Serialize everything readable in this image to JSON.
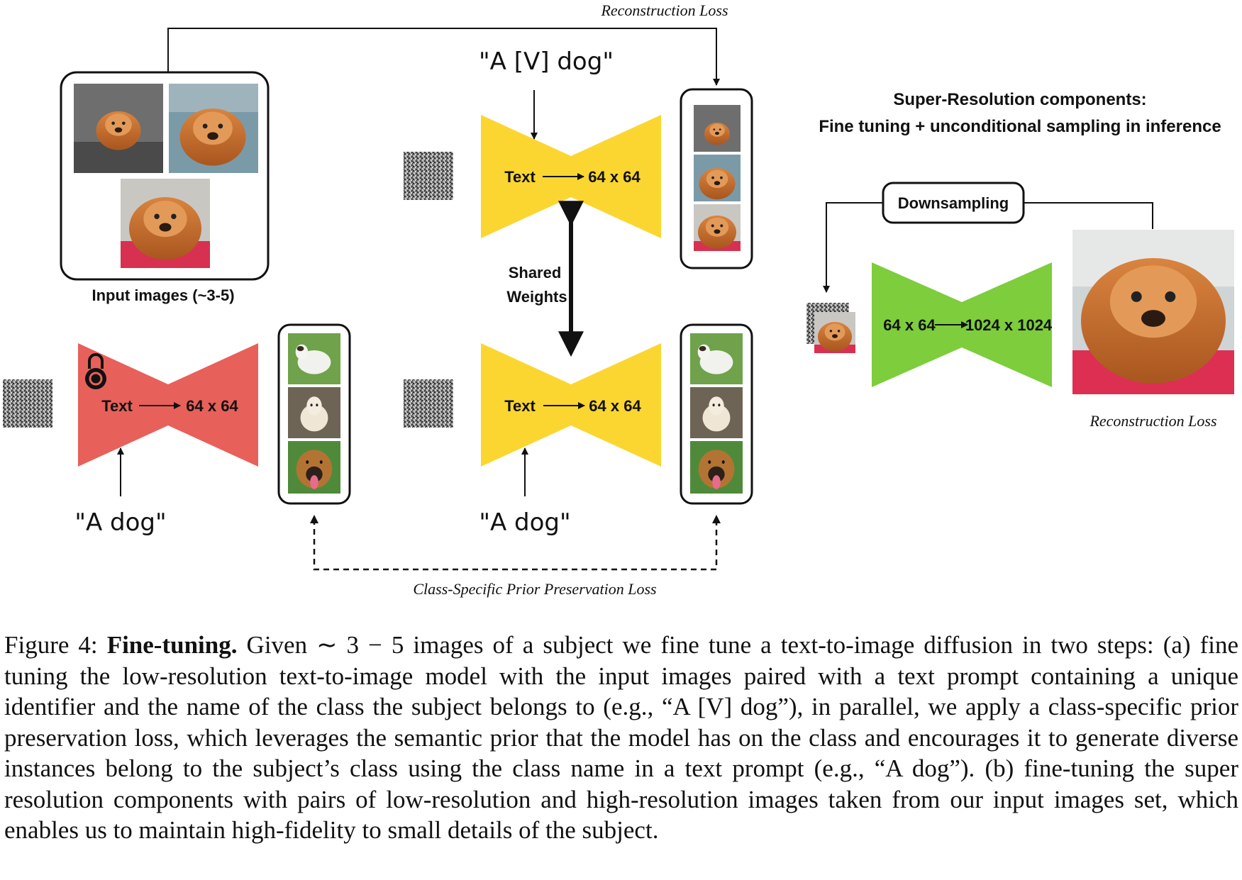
{
  "labels": {
    "recon_loss_top": "Reconstruction Loss",
    "prompt_v_dog": "\"A [V] dog\"",
    "prompt_dog_left": "\"A dog\"",
    "prompt_dog_mid": "\"A dog\"",
    "input_images": "Input images (~3-5)",
    "shared_weights_1": "Shared",
    "shared_weights_2": "Weights",
    "prior_loss": "Class-Specific Prior Preservation Loss",
    "sr_title_1": "Super-Resolution components:",
    "sr_title_2": "Fine tuning + unconditional sampling in inference",
    "downsampling": "Downsampling",
    "recon_loss_right": "Reconstruction Loss"
  },
  "models": {
    "top": {
      "from": "Text",
      "to": "64 x 64"
    },
    "bottom_left": {
      "from": "Text",
      "to": "64 x 64"
    },
    "bottom_mid": {
      "from": "Text",
      "to": "64 x 64"
    },
    "sr": {
      "from": "64 x 64",
      "to": "1024 x 1024"
    }
  },
  "colors": {
    "frozen_model": "#e8605a",
    "trainable_model": "#fbd631",
    "sr_model": "#7dcd3c"
  },
  "icons": {
    "lock": "lock-icon",
    "noise": "noise-image"
  },
  "caption": {
    "figure_label": "Figure 4: ",
    "bold_title": "Fine-tuning.",
    "text": " Given ∼ 3 − 5 images of a subject we fine tune a text-to-image diffusion in two steps: (a) fine tuning the low-resolution text-to-image model with the input images paired with a text prompt containing a unique identifier and the name of the class the subject belongs to (e.g., “A [V] dog”), in parallel, we apply a class-specific prior preservation loss, which leverages the semantic prior that the model has on the class and encourages it to generate diverse instances belong to the subject’s class using the class name in a text prompt (e.g., “A dog”). (b) fine-tuning the super resolution components with pairs of low-resolution and high-resolution images taken from our input images set, which enables us to maintain high-fidelity to small details of the subject."
  }
}
